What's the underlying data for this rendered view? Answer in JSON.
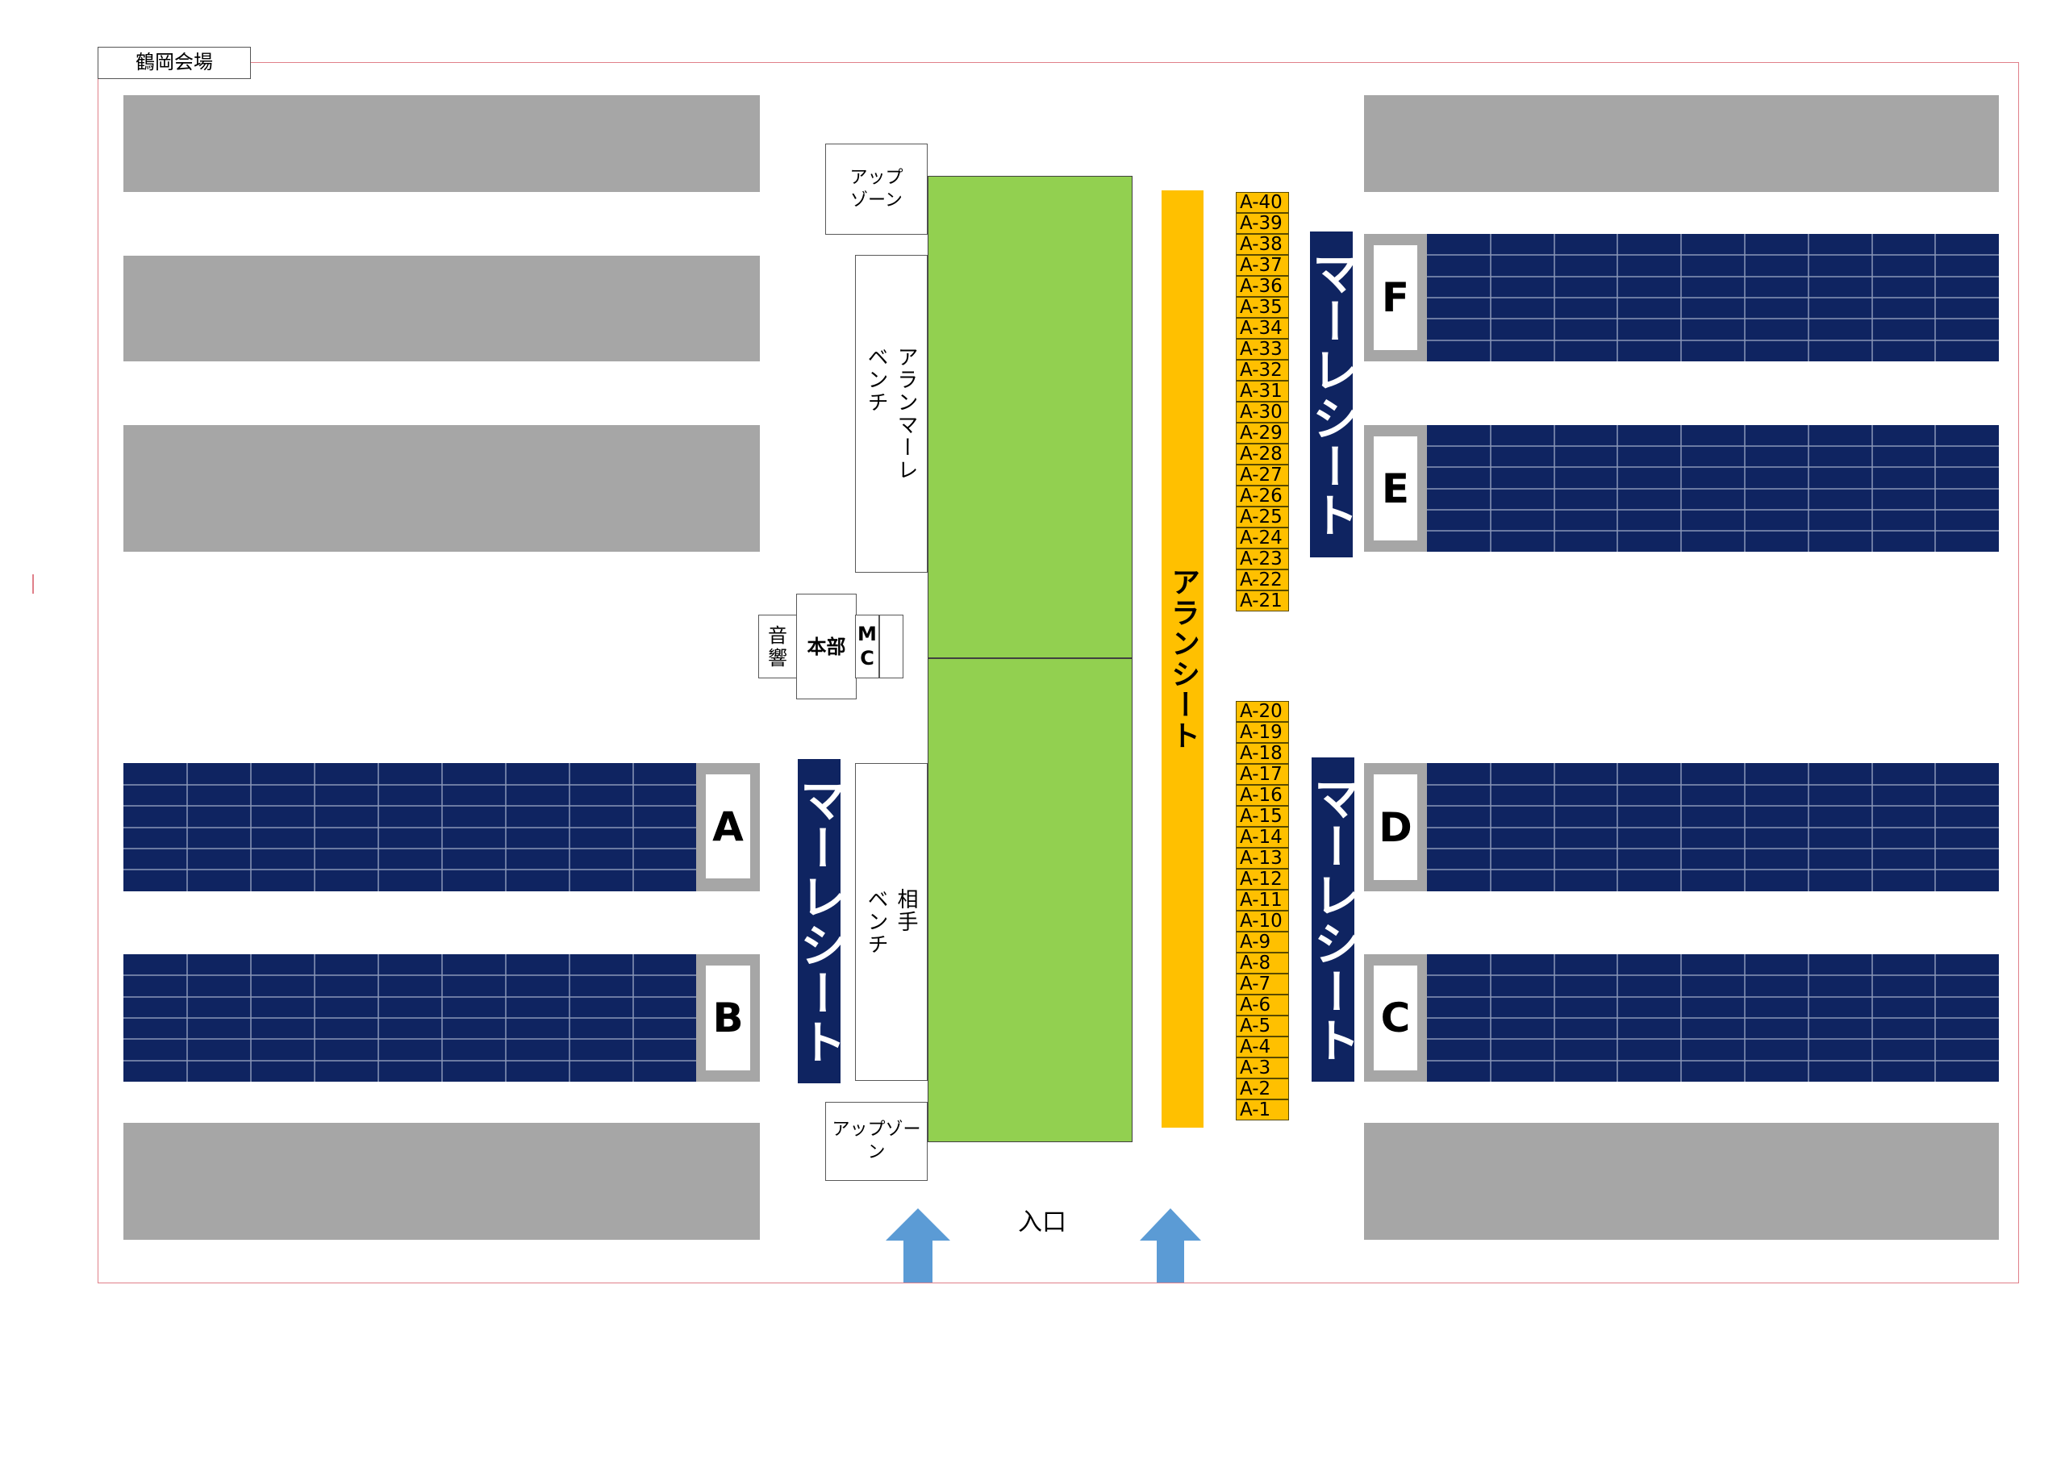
{
  "venue_title": "鶴岡会場",
  "entrance_label": "入口",
  "up_zone_top": "アップ\nゾーン",
  "up_zone_bottom": "アップゾーン",
  "aran_bench": "アランマーレ\nベンチ",
  "away_bench": "相手\nベンチ",
  "hq": {
    "sound": "音響",
    "honbu": "本部",
    "mc": "MC"
  },
  "aran_seat": "アランシート",
  "mare_seat": "マーレシート",
  "blocks": {
    "A": "A",
    "B": "B",
    "C": "C",
    "D": "D",
    "E": "E",
    "F": "F"
  },
  "a_seats_upper": [
    "A-40",
    "A-39",
    "A-38",
    "A-37",
    "A-36",
    "A-35",
    "A-34",
    "A-33",
    "A-32",
    "A-31",
    "A-30",
    "A-29",
    "A-28",
    "A-27",
    "A-26",
    "A-25",
    "A-24",
    "A-23",
    "A-22",
    "A-21"
  ],
  "a_seats_lower": [
    "A-20",
    "A-19",
    "A-18",
    "A-17",
    "A-16",
    "A-15",
    "A-14",
    "A-13",
    "A-12",
    "A-11",
    "A-10",
    "A-9",
    "A-8",
    "A-7",
    "A-6",
    "A-5",
    "A-4",
    "A-3",
    "A-2",
    "A-1"
  ],
  "colors": {
    "court": "#92d050",
    "aran": "#ffc000",
    "navy": "#0f2461",
    "gray": "#a6a6a6",
    "arrow": "#5b9bd5",
    "frame": "#e0808a"
  }
}
